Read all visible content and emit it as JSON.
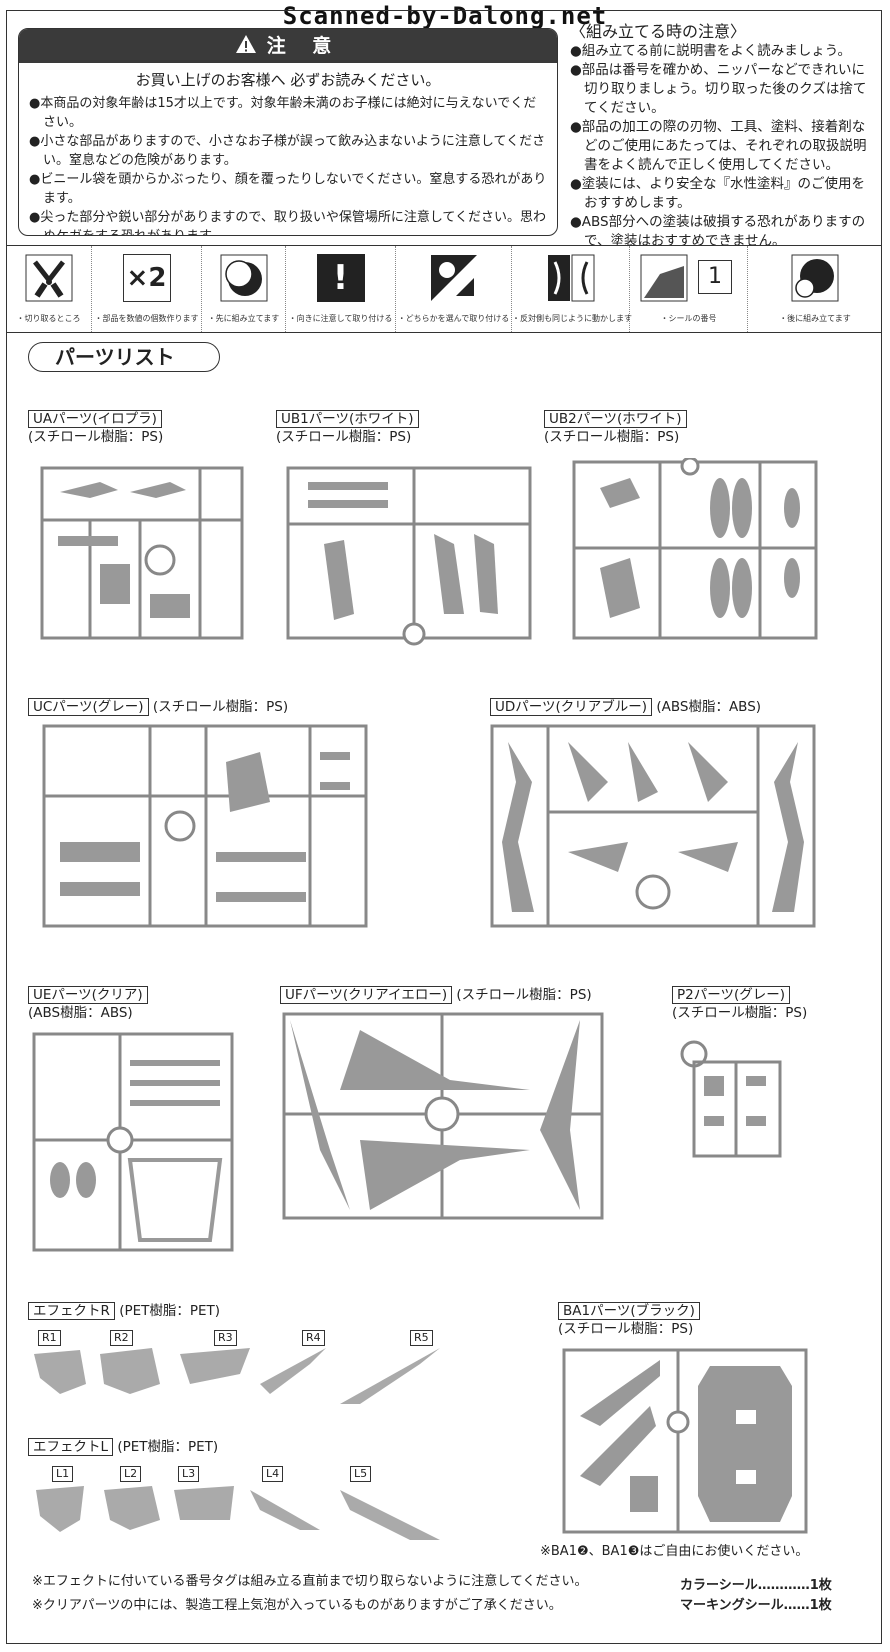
{
  "watermark": "Scanned-by-Dalong.net",
  "warning": {
    "title": "注 意",
    "subtitle": "お買い上げのお客様へ 必ずお読みください。",
    "items": [
      "●本商品の対象年齢は15才以上です。対象年齢未満のお子様には絶対に与えないでください。",
      "●小さな部品がありますので、小さなお子様が誤って飲み込まないように注意してください。窒息などの危険があります。",
      "●ビニール袋を頭からかぶったり、顔を覆ったりしないでください。窒息する恐れがあります。",
      "●尖った部分や鋭い部分がありますので、取り扱いや保管場所に注意してください。思わぬケガをする恐れがあります。"
    ]
  },
  "assembly": {
    "title": "〈組み立てる時の注意〉",
    "items": [
      "●組み立てる前に説明書をよく読みましょう。",
      "●部品は番号を確かめ、ニッパーなどできれいに切り取りましょう。切り取った後のクズは捨ててください。",
      "●部品の加工の際の刃物、工具、塗料、接着剤などのご使用にあたっては、それぞれの取扱説明書をよく読んで正しく使用してください。",
      "●塗装には、より安全な『水性塗料』のご使用をおすすめします。",
      "●ABS部分への塗装は破損する恐れがありますので、塗装はおすすめできません。"
    ]
  },
  "legend": [
    {
      "icon": "nipper-icon",
      "caption": "・切り取るところ"
    },
    {
      "icon": "times-two-icon",
      "caption": "・部品を数値の個数作ります",
      "text": "×2"
    },
    {
      "icon": "assemble-first-icon",
      "caption": "・先に組み立てます"
    },
    {
      "icon": "exclamation-icon",
      "caption": "・向きに注意して取り付ける",
      "text": "!"
    },
    {
      "icon": "choose-one-icon",
      "caption": "・どちらかを選んで取り付ける"
    },
    {
      "icon": "mirror-icon",
      "caption": "・反対側も同じように動かします"
    },
    {
      "icon": "sticker-icon",
      "caption": "・シールの番号",
      "text": "1"
    },
    {
      "icon": "assemble-later-icon",
      "caption": "・後に組み立てます"
    }
  ],
  "parts_list_title": "パーツリスト",
  "runners": {
    "ua": {
      "name": "UAパーツ(イロプラ)",
      "material": "(スチロール樹脂：PS)"
    },
    "ub1": {
      "name": "UB1パーツ(ホワイト)",
      "material": "(スチロール樹脂：PS)"
    },
    "ub2": {
      "name": "UB2パーツ(ホワイト)",
      "material": "(スチロール樹脂：PS)"
    },
    "uc": {
      "name": "UCパーツ(グレー)",
      "material": "(スチロール樹脂：PS)"
    },
    "ud": {
      "name": "UDパーツ(クリアブルー)",
      "material": "(ABS樹脂：ABS)"
    },
    "ue": {
      "name": "UEパーツ(クリア)",
      "material": "(ABS樹脂：ABS)"
    },
    "uf": {
      "name": "UFパーツ(クリアイエロー)",
      "material": "(スチロール樹脂：PS)"
    },
    "p2": {
      "name": "P2パーツ(グレー)",
      "material": "(スチロール樹脂：PS)"
    },
    "effect_r": {
      "name": "エフェクトR",
      "material": "(PET樹脂：PET)",
      "tags": [
        "R1",
        "R2",
        "R3",
        "R4",
        "R5"
      ]
    },
    "effect_l": {
      "name": "エフェクトL",
      "material": "(PET樹脂：PET)",
      "tags": [
        "L1",
        "L2",
        "L3",
        "L4",
        "L5"
      ]
    },
    "ba1": {
      "name": "BA1パーツ(ブラック)",
      "material": "(スチロール樹脂：PS)",
      "note": "※BA1❷、BA1❸はご自由にお使いください。"
    }
  },
  "footer": {
    "note1": "※エフェクトに付いている番号タグは組み立る直前まで切り取らないように注意してください。",
    "note2": "※クリアパーツの中には、製造工程上気泡が入っているものがありますがご了承ください。",
    "color_seal": "カラーシール…………1枚",
    "marking_seal": "マーキングシール……1枚"
  }
}
